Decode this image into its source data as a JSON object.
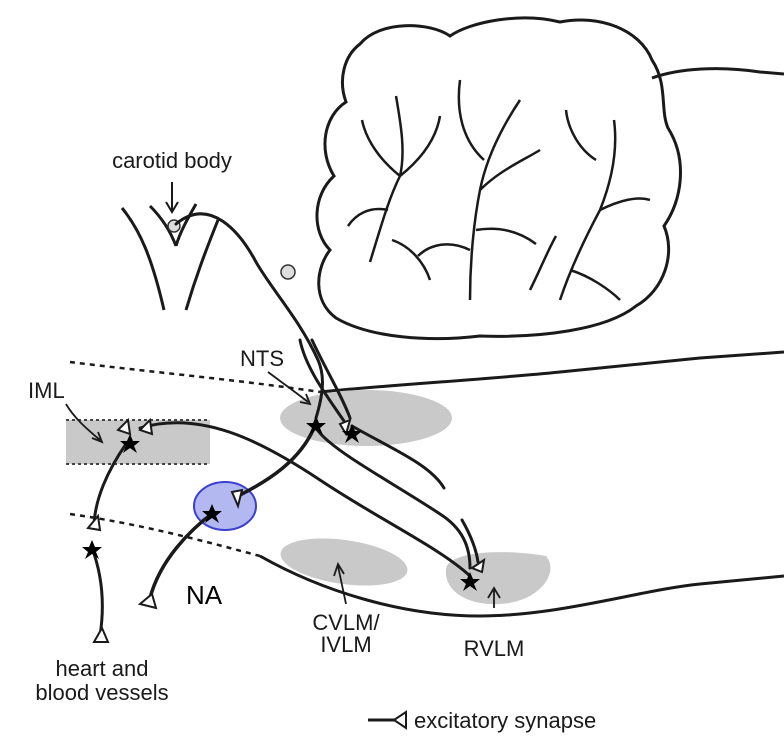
{
  "labels": {
    "carotid_body": "carotid body",
    "nts": "NTS",
    "iml": "IML",
    "na": "NA",
    "cvlm_line1": "CVLM/",
    "cvlm_line2": "IVLM",
    "rvlm": "RVLM",
    "heart_line1": "heart and",
    "heart_line2": "blood vessels",
    "legend": "excitatory synapse"
  },
  "colors": {
    "line": "#1a1a1a",
    "region_gray": "#c9c9c9",
    "na_fill": "#b4b8f0",
    "na_stroke": "#3b3fd0",
    "background": "#ffffff"
  }
}
